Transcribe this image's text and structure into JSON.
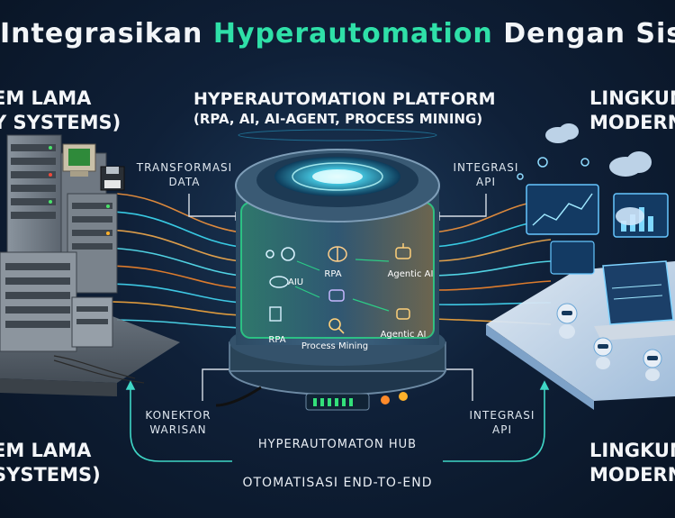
{
  "title": {
    "prefix": "Integrasikan ",
    "highlight": "Hyperautomation",
    "suffix": " Dengan Sistem"
  },
  "colors": {
    "accent": "#2fe0a8",
    "background": "#0a1626",
    "glow": "#39d7ff"
  },
  "left_panel": {
    "top_line1": "EM LAMA",
    "top_line2": "Y SYSTEMS)",
    "bottom_line1": "EM LAMA",
    "bottom_line2": "SYSTEMS)"
  },
  "platform": {
    "title": "HYPERAUTOMATION PLATFORM",
    "subtitle": "(RPA, AI, AI-AGENT, PROCESS MINING)"
  },
  "right_panel": {
    "top_line1": "LINGKUN",
    "top_line2": "MODERN & C",
    "bottom_line1": "LINGKUN",
    "bottom_line2": "MODERN &"
  },
  "connectors": {
    "transform_line1": "TRANSFORMASI",
    "transform_line2": "DATA",
    "api_top_line1": "INTEGRASI",
    "api_top_line2": "API",
    "legacy_line1": "KONEKTOR",
    "legacy_line2": "WARISAN",
    "api_bottom_line1": "INTEGRASI",
    "api_bottom_line2": "API"
  },
  "hub": {
    "modules": [
      "RPA",
      "Agentic AI",
      "AIU",
      "RPA",
      "Process Mining",
      "Agentic AI"
    ],
    "label": "HYPERAUTOMATON HUB"
  },
  "footer": {
    "label": "OTOMATISASI END-TO-END"
  },
  "icons": [
    "server-rack-icon",
    "computer-monitor-icon",
    "floppy-disk-icon",
    "gear-icon",
    "brain-icon",
    "robot-icon",
    "cloud-icon",
    "document-icon",
    "magnifier-icon",
    "laptop-icon",
    "dashboard-icon"
  ]
}
